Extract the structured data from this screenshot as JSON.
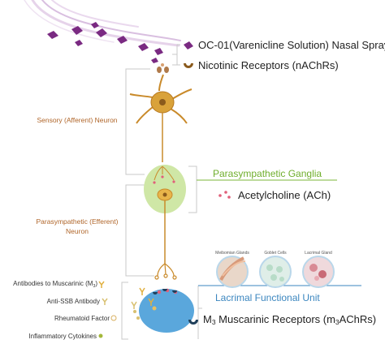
{
  "labels": {
    "nasal_spray": "OC-01(Varenicline Solution) Nasal Spray",
    "nicotinic_receptors": "Nicotinic Receptors (nAChRs)",
    "sensory_neuron": "Sensory (Afferent) Neuron",
    "parasympathetic_ganglia": "Parasympathetic Ganglia",
    "acetylcholine": "Acetylcholine (ACh)",
    "parasympathetic_neuron_line1": "Parasympathetic (Efferent)",
    "parasympathetic_neuron_line2": "Neuron",
    "meibomian_glands": "Meibomian Glands",
    "goblet_cells": "Goblet Cells",
    "lacrimal_gland": "Lacrimal Gland",
    "lacrimal_functional_unit": "Lacrimal Functional Unit",
    "m3_receptors_prefix": "M",
    "m3_receptors_sub": "3",
    "m3_receptors_middle": " Muscarinic Receptors (m",
    "m3_receptors_sub2": "3",
    "m3_receptors_suffix": "AChRs)",
    "antibodies_muscarinic_prefix": "Antibodies to Muscarinic (M",
    "antibodies_muscarinic_sub": "3",
    "antibodies_muscarinic_suffix": ")",
    "anti_ssb": "Anti-SSB Antibody",
    "rheumatoid_factor": "Rheumatoid Factor",
    "inflammatory_cytokines": "Inflammatory Cytokines"
  },
  "colors": {
    "spray_purple": "#7a2a82",
    "receptor_brown": "#8a5a1c",
    "neuron_orange": "#c98a2a",
    "ganglia_green": "#cfe7a6",
    "ganglia_line": "#7bb73a",
    "ach_pink": "#e0607a",
    "lfu_blue": "#5aa7dc",
    "bracket_gray": "#c8c8c8"
  },
  "icons": [
    "drug-molecule-icon",
    "nicotinic-receptor-icon",
    "acetylcholine-icon",
    "m3-receptor-icon",
    "antibody-y-icon",
    "rheumatoid-factor-icon",
    "cytokine-dot-icon"
  ]
}
